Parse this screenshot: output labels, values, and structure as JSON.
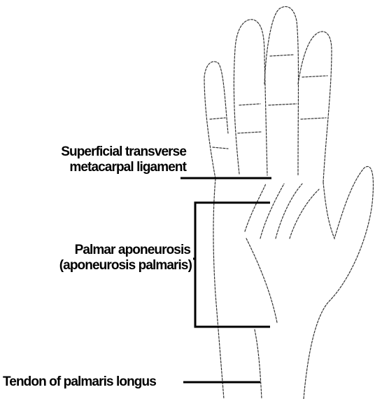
{
  "labels": {
    "transverse_line1": "Superficial transverse",
    "transverse_line2": "metacarpal ligament",
    "aponeurosis_line1": "Palmar aponeurosis",
    "aponeurosis_line2": "(aponeurosis palmaris)",
    "tendon": "Tendon of palmaris longus"
  },
  "colors": {
    "ink": "#000000",
    "outline": "#333333",
    "background": "#ffffff"
  }
}
